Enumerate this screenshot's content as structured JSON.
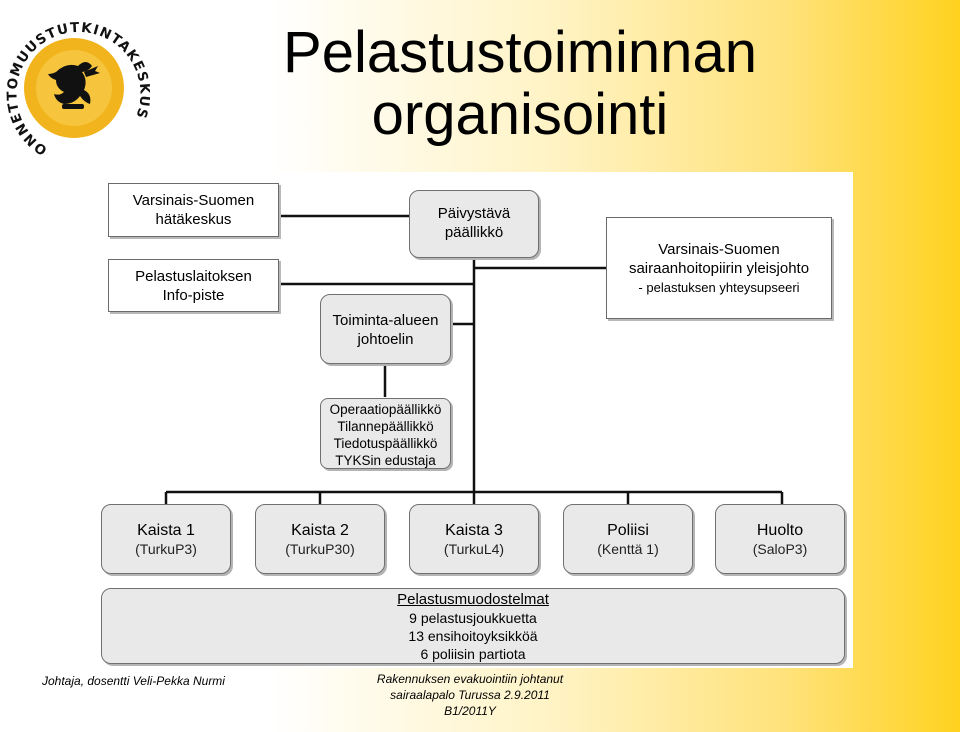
{
  "logo": {
    "text_top": "ONNETTOMUUSTUTKINTAKESKUS",
    "icon": "lion-coat-of-arms-icon",
    "colors": {
      "ring": "#f2b41c",
      "lion": "#111111"
    }
  },
  "title": {
    "line1": "Pelastustoiminnan",
    "line2": "organisointi"
  },
  "diagram": {
    "hatakeskus": {
      "line1": "Varsinais-Suomen",
      "line2": "hätäkeskus"
    },
    "infopiste": {
      "line1": "Pelastuslaitoksen",
      "line2": "Info-piste"
    },
    "paivystava": {
      "line1": "Päivystävä",
      "line2": "päällikkö"
    },
    "sairaanhoitopiiri": {
      "line1": "Varsinais-Suomen",
      "line2": "sairaanhoitopiirin yleisjohto",
      "line3": "- pelastuksen yhteysupseeri"
    },
    "johtoelin": {
      "line1": "Toiminta-alueen",
      "line2": "johtoelin"
    },
    "staff": [
      "Operaatiopäällikkö",
      "Tilannepäällikkö",
      "Tiedotuspäällikkö",
      "TYKSin edustaja"
    ],
    "lanes": [
      {
        "name": "Kaista 1",
        "code": "(TurkuP3)"
      },
      {
        "name": "Kaista 2",
        "code": "(TurkuP30)"
      },
      {
        "name": "Kaista 3",
        "code": "(TurkuL4)"
      },
      {
        "name": "Poliisi",
        "code": "(Kenttä 1)"
      },
      {
        "name": "Huolto",
        "code": "(SaloP3)"
      }
    ],
    "units": {
      "heading": "Pelastusmuodostelmat",
      "items": [
        "9 pelastusjoukkuetta",
        "13 ensihoitoyksikköä",
        "6 poliisin partiota"
      ]
    }
  },
  "footer": {
    "left": "Johtaja, dosentti Veli-Pekka Nurmi",
    "right_line1": "Rakennuksen evakuointiin johtanut",
    "right_line2": "sairaalapalo Turussa 2.9.2011",
    "right_line3": "B1/2011Y"
  }
}
